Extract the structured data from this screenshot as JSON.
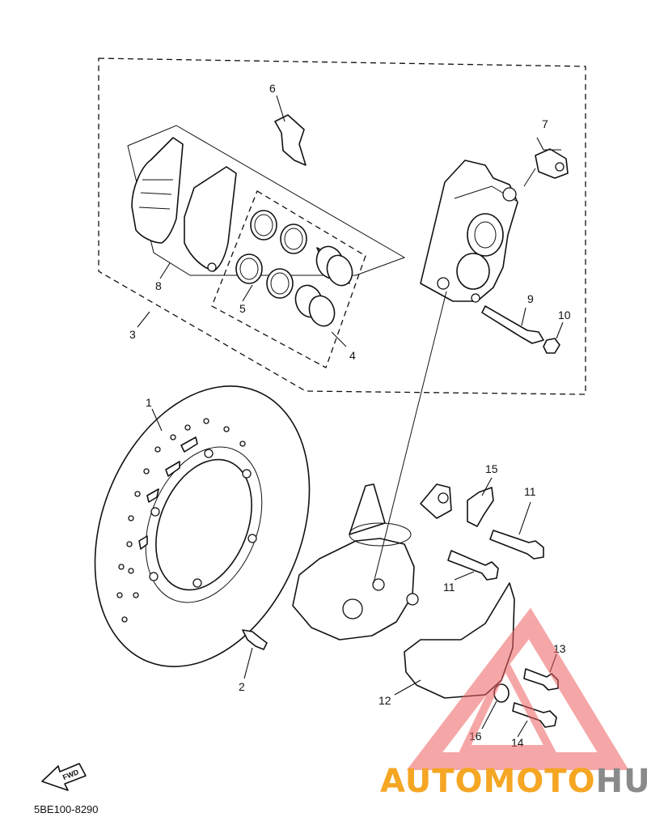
{
  "diagram": {
    "callouts": [
      "1",
      "2",
      "3",
      "4",
      "5",
      "6",
      "7",
      "8",
      "9",
      "10",
      "11",
      "11",
      "12",
      "13",
      "14",
      "15",
      "16"
    ],
    "reference_code": "5BE100-8290",
    "fwd_label": "FWD"
  },
  "watermark": {
    "text_part1": "AUTOMOTO",
    "text_part2": "HUB",
    "colors": {
      "orange": "#f5a623",
      "red": "#e05050",
      "gray": "#8a8a8a",
      "triangle": "#ee6060"
    }
  }
}
